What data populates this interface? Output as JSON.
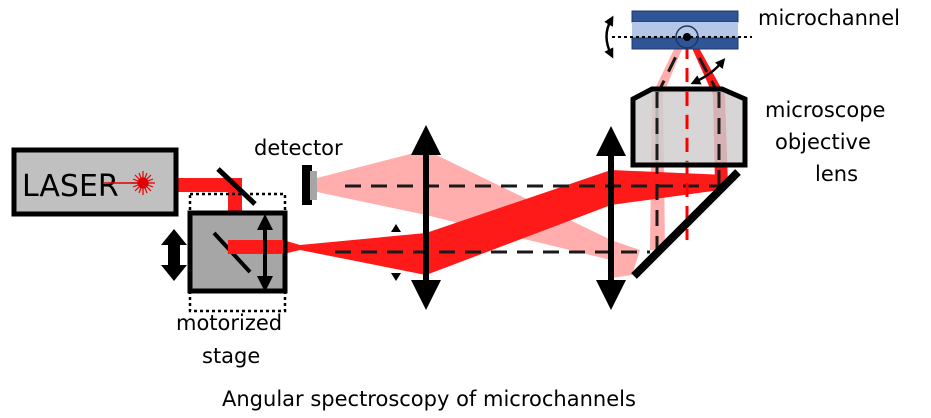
{
  "labels": {
    "laser": "LASER",
    "detector": "detector",
    "microchannel": "microchannel",
    "objective_line1": "microscope",
    "objective_line2": "objective",
    "objective_line3": "lens",
    "stage_line1": "motorized",
    "stage_line2": "stage",
    "caption": "Angular spectroscopy of microchannels"
  },
  "colors": {
    "beam_strong": "#ff0000",
    "beam_weak": "#ff9999",
    "box_fill": "#c0c0c0",
    "stage_fill": "#a6a6a6",
    "objective_fill": "#d0cece",
    "channel_wall": "#2f5597",
    "channel_fluid": "#b4c7e7",
    "outline": "#000000"
  }
}
